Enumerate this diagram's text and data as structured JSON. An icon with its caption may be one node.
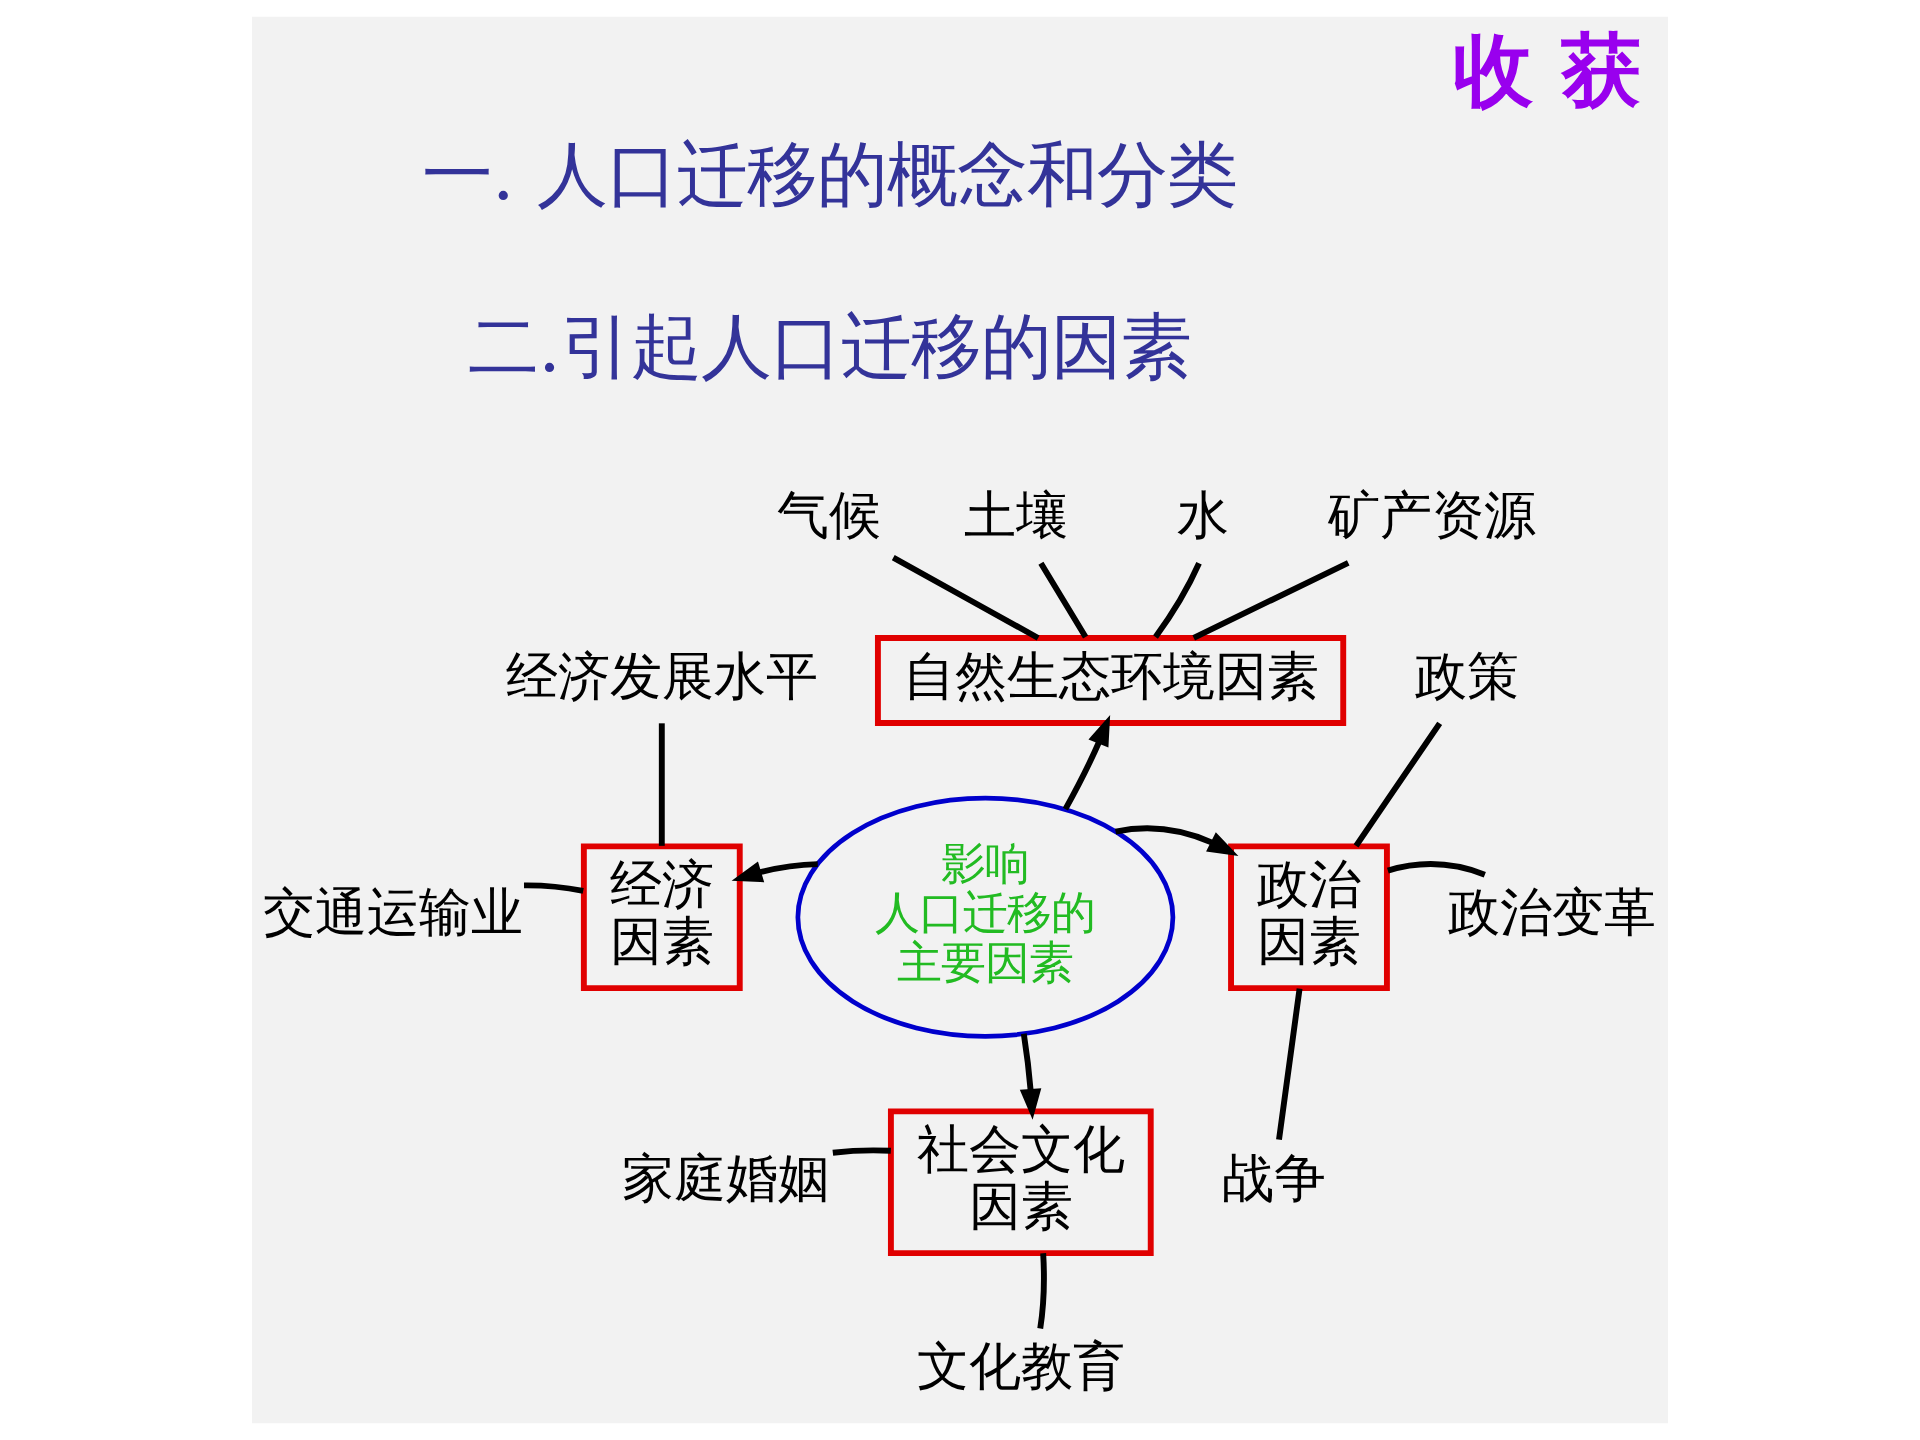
{
  "diagram": {
    "title": "收 获",
    "nodes": [
      {
        "text": [
          "气候"
        ]
      },
      {
        "text": [
          "土壤"
        ]
      },
      {
        "text": [
          "水"
        ]
      },
      {
        "text": [
          "矿产资源"
        ]
      },
      {
        "text": [
          "自然生态环境因素"
        ]
      },
      {
        "text": [
          "经济发展水平"
        ]
      },
      {
        "text": [
          "经济因素"
        ]
      },
      {
        "text": [
          "交通运输业"
        ]
      },
      {
        "text": [
          "影响人口迁移的主要因素"
        ]
      },
      {
        "text": [
          "政治因素"
        ]
      },
      {
        "text": [
          "政策"
        ]
      },
      {
        "text": [
          "政治变革"
        ]
      },
      {
        "text": [
          "家庭婚姻"
        ]
      },
      {
        "text": [
          "社会文化因素"
        ]
      },
      {
        "text": [
          "战争"
        ]
      },
      {
        "text": [
          "文化教育"
        ]
      }
    ],
    "edges": [
      {
        "from": 0,
        "to": 4,
        "arrow": "none"
      },
      {
        "from": 1,
        "to": 4,
        "arrow": "none"
      },
      {
        "from": 2,
        "to": 4,
        "arrow": "none"
      },
      {
        "from": 3,
        "to": 4,
        "arrow": "none"
      },
      {
        "from": 8,
        "to": 4,
        "arrow": "to"
      },
      {
        "from": 5,
        "to": 6,
        "arrow": "none"
      },
      {
        "from": 7,
        "to": 6,
        "arrow": "none"
      },
      {
        "from": 8,
        "to": 6,
        "arrow": "to"
      },
      {
        "from": 8,
        "to": 9,
        "arrow": "to"
      },
      {
        "from": 9,
        "to": 10,
        "arrow": "none"
      },
      {
        "from": 9,
        "to": 11,
        "arrow": "none"
      },
      {
        "from": 9,
        "to": 14,
        "arrow": "none"
      },
      {
        "from": 8,
        "to": 13,
        "arrow": "to"
      },
      {
        "from": 12,
        "to": 13,
        "arrow": "none"
      },
      {
        "from": 15,
        "to": 13,
        "arrow": "none"
      }
    ],
    "labels": [
      "一. 人口迁移的概念和分类",
      "二.引起人口迁移的因素"
    ]
  }
}
